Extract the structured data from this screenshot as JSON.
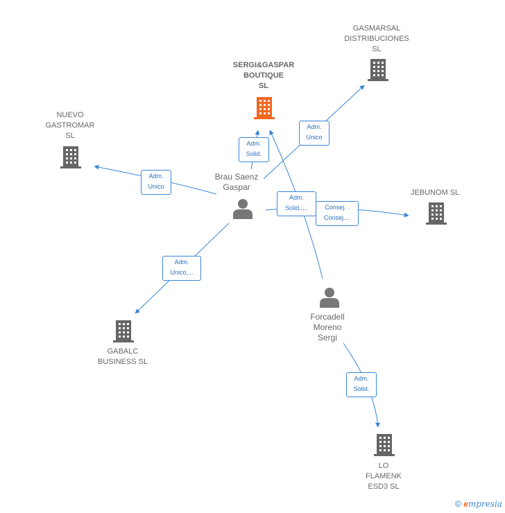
{
  "nodes": {
    "sergi_gaspar": {
      "label": "SERGI&GASPAR\nBOUTIQUE\nSL",
      "type": "company",
      "color": "#f26722",
      "main": true
    },
    "gasmarsal": {
      "label": "GASMARSAL\nDISTRIBUCIONES\nSL",
      "type": "company",
      "color": "#666666"
    },
    "nuevo_gastromar": {
      "label": "NUEVO\nGASTROMAR\nSL",
      "type": "company",
      "color": "#666666"
    },
    "jebunom": {
      "label": "JEBUNOM SL",
      "type": "company",
      "color": "#666666"
    },
    "gabalc": {
      "label": "GABALC\nBUSINESS SL",
      "type": "company",
      "color": "#666666"
    },
    "lo_flamenk": {
      "label": "LO\nFLAMENK\nESD3 SL",
      "type": "company",
      "color": "#666666"
    },
    "brau": {
      "label": "Brau Saenz\nGaspar",
      "type": "person",
      "color": "#777777"
    },
    "forcadell": {
      "label": "Forcadell\nMoreno\nSergi",
      "type": "person",
      "color": "#777777"
    }
  },
  "edges": {
    "brau_sergi": "Adm.\nSolid.",
    "brau_gasmarsal": "Adm.\nUnico",
    "brau_nuevo": "Adm.\nUnico",
    "brau_gabalc": "Adm.\nUnico,...",
    "brau_jebunom_1": "Adm.\nSolid.,...",
    "brau_jebunom_2": "Consej. .\nConsej....",
    "forcadell_flamenk": "Adm.\nSolid."
  },
  "footer": {
    "copyright": "©",
    "brand_initial": "e",
    "brand_rest": "mpresia"
  },
  "colors": {
    "edge": "#3a86d6",
    "company": "#666666",
    "main": "#f26722"
  }
}
